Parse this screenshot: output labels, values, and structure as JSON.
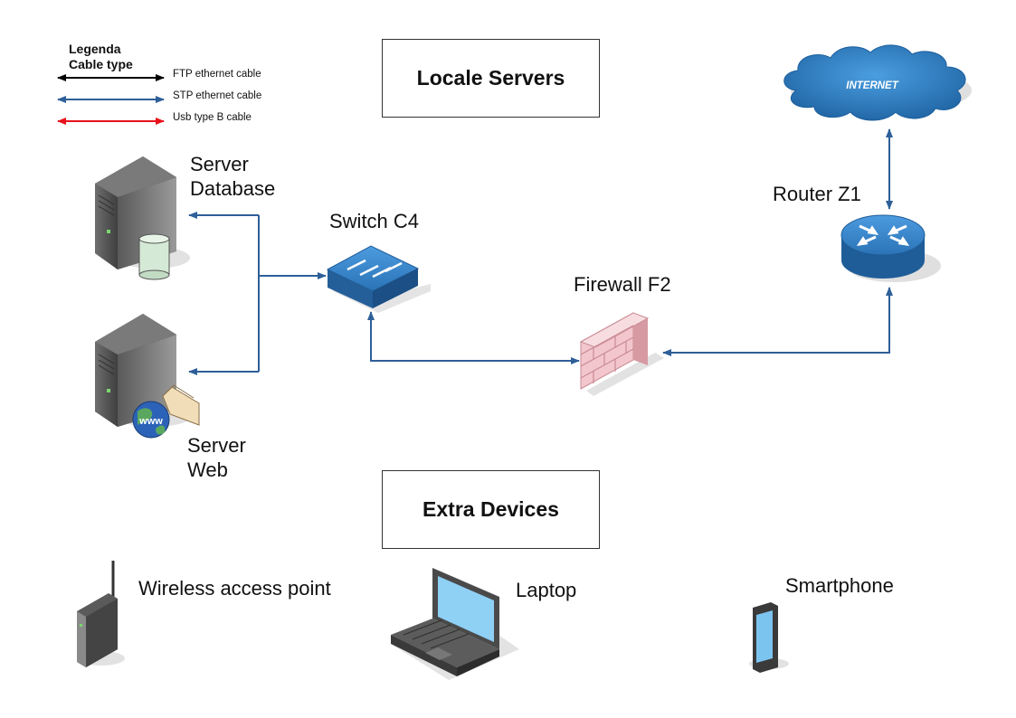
{
  "legend": {
    "title_line1": "Legenda",
    "title_line2": "Cable type",
    "items": [
      {
        "label": "FTP ethernet cable",
        "color": "#000000"
      },
      {
        "label": "STP ethernet cable",
        "color": "#2e5f98"
      },
      {
        "label": "Usb type B cable",
        "color": "#e8121b"
      }
    ]
  },
  "sections": {
    "locale_servers": "Locale Servers",
    "extra_devices": "Extra Devices"
  },
  "nodes": {
    "internet": "INTERNET",
    "router": "Router Z1",
    "switch": "Switch C4",
    "firewall": "Firewall F2",
    "server_db_line1": "Server",
    "server_db_line2": "Database",
    "server_web_line1": "Server",
    "server_web_line2": "Web",
    "wap": "Wireless access point",
    "laptop": "Laptop",
    "smartphone": "Smartphone"
  },
  "colors": {
    "stp_cable": "#2e5f98",
    "device_blue": "#2b77b8"
  }
}
